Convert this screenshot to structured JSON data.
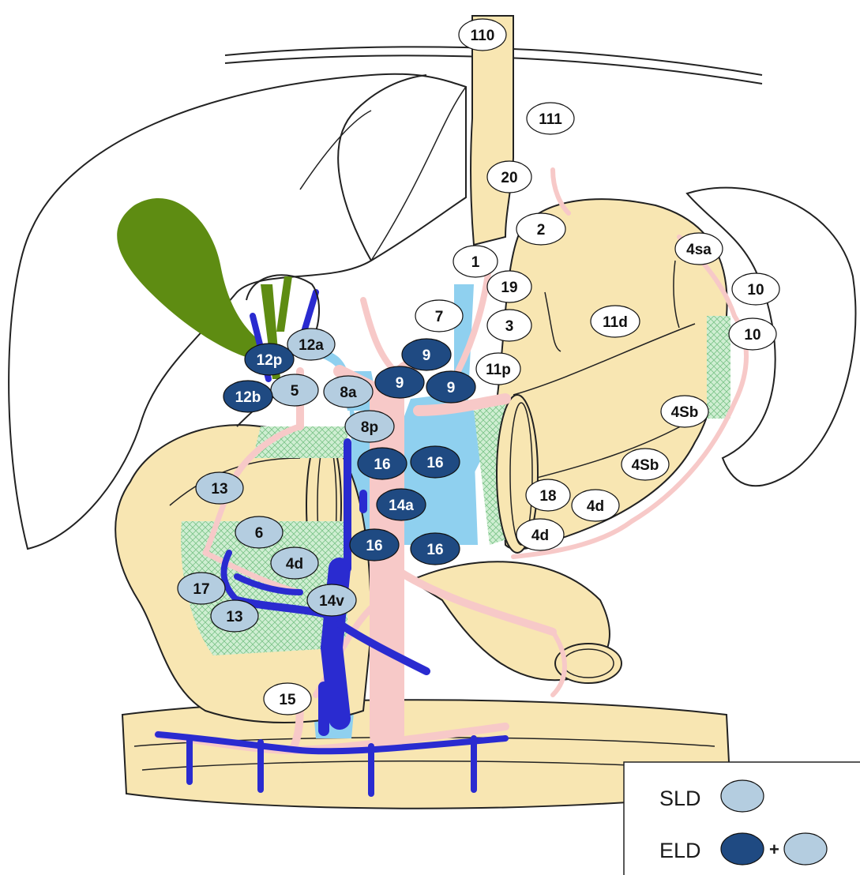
{
  "colors": {
    "white_station": "#ffffff",
    "sld_station": "#b4cde0",
    "eld_station": "#1f4a82",
    "organ": "#f8e6b2",
    "artery": "#f7c9c8",
    "vein": "#2a2bd0",
    "portal_light": "#8fd0ef",
    "gallbladder": "#5e8c12",
    "hatch": "#cfeed2"
  },
  "stations": [
    {
      "id": "110",
      "type": "white"
    },
    {
      "id": "111",
      "type": "white"
    },
    {
      "id": "20",
      "type": "white"
    },
    {
      "id": "2",
      "type": "white"
    },
    {
      "id": "1",
      "type": "white"
    },
    {
      "id": "19",
      "type": "white"
    },
    {
      "id": "7",
      "type": "white"
    },
    {
      "id": "3",
      "type": "white"
    },
    {
      "id": "11p",
      "type": "white"
    },
    {
      "id": "11d",
      "type": "white"
    },
    {
      "id": "4sa",
      "type": "white"
    },
    {
      "id": "10",
      "type": "white"
    },
    {
      "id": "10",
      "type": "white"
    },
    {
      "id": "4Sb",
      "type": "white"
    },
    {
      "id": "4Sb",
      "type": "white"
    },
    {
      "id": "18",
      "type": "white"
    },
    {
      "id": "4d",
      "type": "white"
    },
    {
      "id": "4d",
      "type": "white"
    },
    {
      "id": "15",
      "type": "white"
    },
    {
      "id": "12a",
      "type": "sld"
    },
    {
      "id": "5",
      "type": "sld"
    },
    {
      "id": "8a",
      "type": "sld"
    },
    {
      "id": "8p",
      "type": "sld"
    },
    {
      "id": "13",
      "type": "sld"
    },
    {
      "id": "6",
      "type": "sld"
    },
    {
      "id": "4d",
      "type": "sld"
    },
    {
      "id": "17",
      "type": "sld"
    },
    {
      "id": "13",
      "type": "sld"
    },
    {
      "id": "14v",
      "type": "sld"
    },
    {
      "id": "12p",
      "type": "eld"
    },
    {
      "id": "12b",
      "type": "eld"
    },
    {
      "id": "9",
      "type": "eld"
    },
    {
      "id": "9",
      "type": "eld"
    },
    {
      "id": "9",
      "type": "eld"
    },
    {
      "id": "16",
      "type": "eld"
    },
    {
      "id": "16",
      "type": "eld"
    },
    {
      "id": "14a",
      "type": "eld"
    },
    {
      "id": "16",
      "type": "eld"
    },
    {
      "id": "16",
      "type": "eld"
    }
  ],
  "legend": {
    "sld_label": "SLD",
    "eld_label": "ELD",
    "plus": "+"
  }
}
